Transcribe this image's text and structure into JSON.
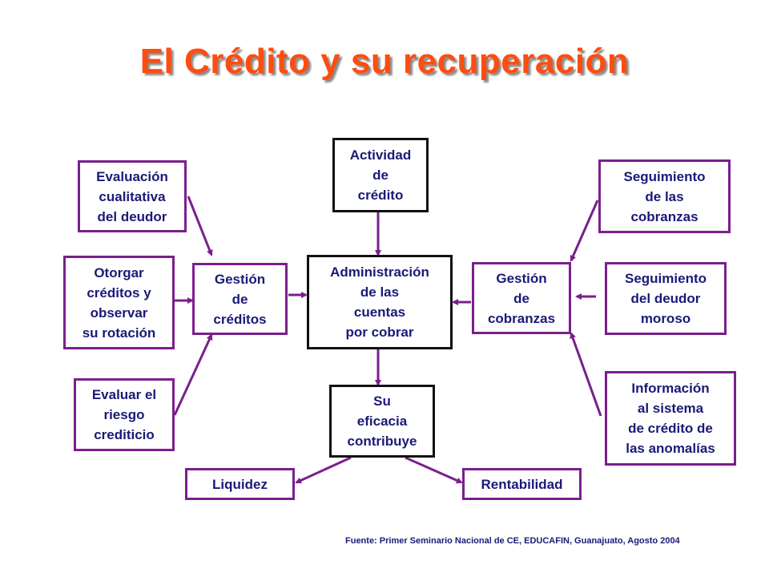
{
  "title": "El Crédito y su recuperación",
  "boxes": {
    "evaluacion_cualitativa": "Evaluación\ncualitativa\ndel deudor",
    "otorgar_creditos": "Otorgar\ncréditos y\nobservar\nsu rotación",
    "evaluar_riesgo": "Evaluar el\nriesgo\ncrediticio",
    "gestion_creditos": "Gestión\nde\ncréditos",
    "actividad_credito": "Actividad\nde\ncrédito",
    "administracion": "Administración\nde las\ncuentas\npor cobrar",
    "su_eficacia": "Su\neficacia\ncontribuye",
    "liquidez": "Liquidez",
    "rentabilidad": "Rentabilidad",
    "gestion_cobranzas": "Gestión\nde\ncobranzas",
    "seguimiento_cobranzas": "Seguimiento\nde las\ncobranzas",
    "seguimiento_deudor": "Seguimiento\ndel deudor\nmoroso",
    "informacion_sistema": "Información\nal sistema\nde crédito de\nlas anomalías"
  },
  "source": "Fuente: Primer Seminario Nacional de CE, EDUCAFIN, Guanajuato, Agosto 2004",
  "colors": {
    "title": "#ff4c0f",
    "box_border": "#7a1f8c",
    "center_border": "#111111",
    "text": "#1a1a78",
    "arrow": "#7a1f8c"
  }
}
